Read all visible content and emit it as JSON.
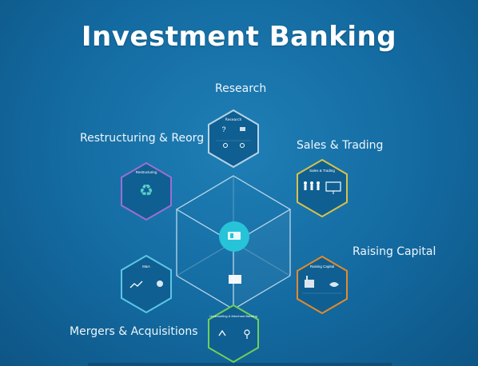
{
  "title": "Investment Banking",
  "labels": {
    "research": "Research",
    "restructuring": "Restructuring & Reorg",
    "sales_trading": "Sales & Trading",
    "raising_capital": "Raising Capital",
    "mergers": "Mergers & Acquisitions"
  },
  "hex": {
    "research": {
      "heading": "Research"
    },
    "restructuring": {
      "heading": "Restructuring"
    },
    "sales_trading": {
      "heading": "Sales & Trading"
    },
    "raising_capital": {
      "heading": "Raising Capital"
    },
    "mergers": {
      "heading": "M&A"
    },
    "underwriting": {
      "heading": "Underwriting & Merchant Banking"
    }
  },
  "colors": {
    "background": "#136aa0",
    "research_border": "#b8d4e6",
    "restructuring_border": "#9b6fd1",
    "sales_border": "#d9c24a",
    "raising_border": "#e58a2a",
    "mergers_border": "#5cc6e6",
    "underwriting_border": "#6fcf5a",
    "center_circle": "#27c3d9",
    "recycle_icon": "#58d0c8"
  }
}
